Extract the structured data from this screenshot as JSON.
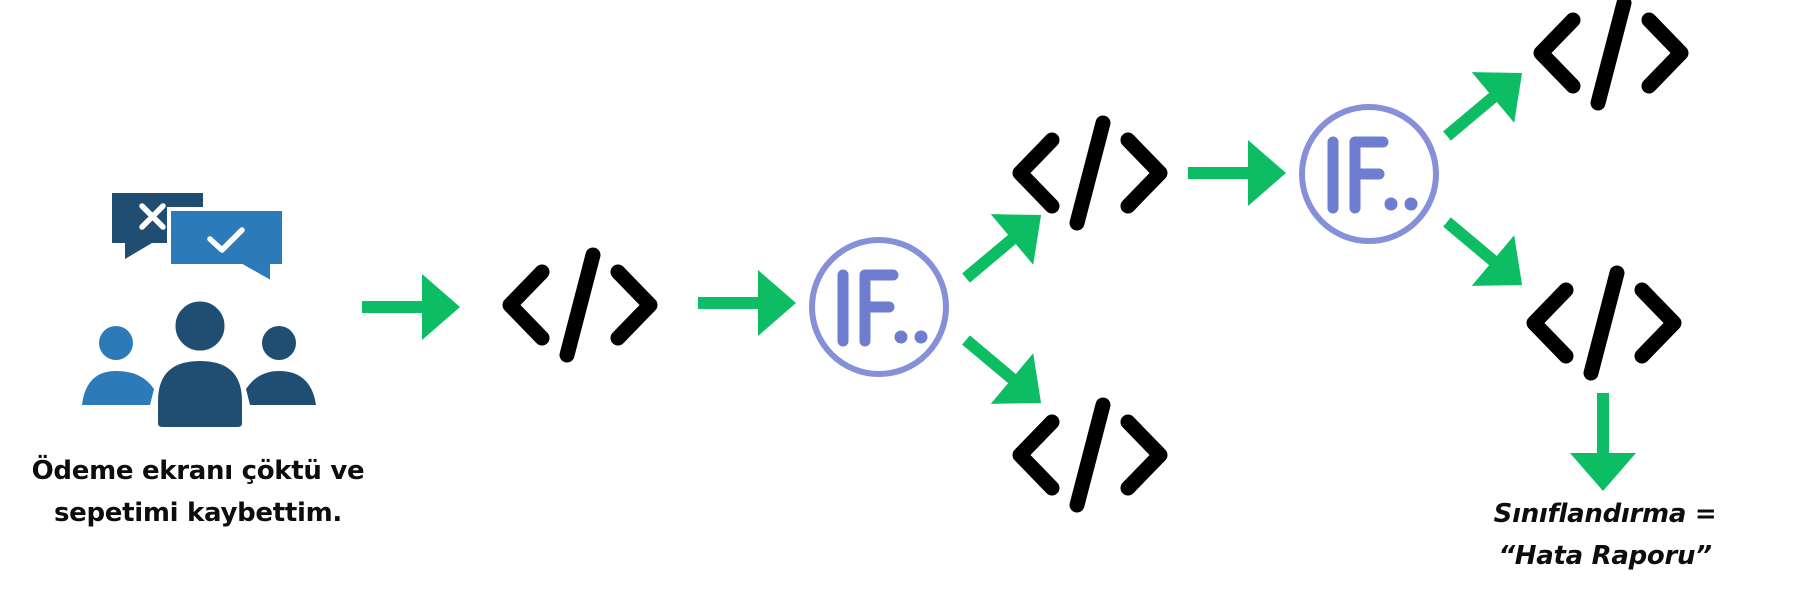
{
  "diagram": {
    "type": "flow",
    "colors": {
      "arrow": "#0dbd63",
      "code_icon": "#000000",
      "if_node": "#6f7dd1",
      "if_ring": "#8590d8",
      "bubble_dark": "#1f4e72",
      "bubble_light": "#2d7ab8",
      "people_dark": "#1f4e72",
      "people_light": "#2d7ab8"
    },
    "input": {
      "icon": "user-group-feedback-icon",
      "caption_lines": [
        "Ödeme ekranı çöktü ve",
        "sepetimi kaybettim."
      ]
    },
    "nodes": [
      {
        "id": "code-1",
        "icon": "code-icon",
        "label": "</>"
      },
      {
        "id": "if-1",
        "icon": "if-condition-icon",
        "label": "IF.."
      },
      {
        "id": "code-2",
        "icon": "code-icon",
        "label": "</>"
      },
      {
        "id": "code-3",
        "icon": "code-icon",
        "label": "</>"
      },
      {
        "id": "if-2",
        "icon": "if-condition-icon",
        "label": "IF.."
      },
      {
        "id": "code-4",
        "icon": "code-icon",
        "label": "</>"
      },
      {
        "id": "code-5",
        "icon": "code-icon",
        "label": "</>"
      }
    ],
    "edges": [
      {
        "from": "input",
        "to": "code-1"
      },
      {
        "from": "code-1",
        "to": "if-1"
      },
      {
        "from": "if-1",
        "to": "code-2"
      },
      {
        "from": "if-1",
        "to": "code-3"
      },
      {
        "from": "code-2",
        "to": "if-2"
      },
      {
        "from": "if-2",
        "to": "code-4"
      },
      {
        "from": "if-2",
        "to": "code-5"
      },
      {
        "from": "code-5",
        "to": "result"
      }
    ],
    "result": {
      "caption_lines": [
        "Sınıflandırma =",
        "“Hata Raporu”"
      ]
    }
  }
}
